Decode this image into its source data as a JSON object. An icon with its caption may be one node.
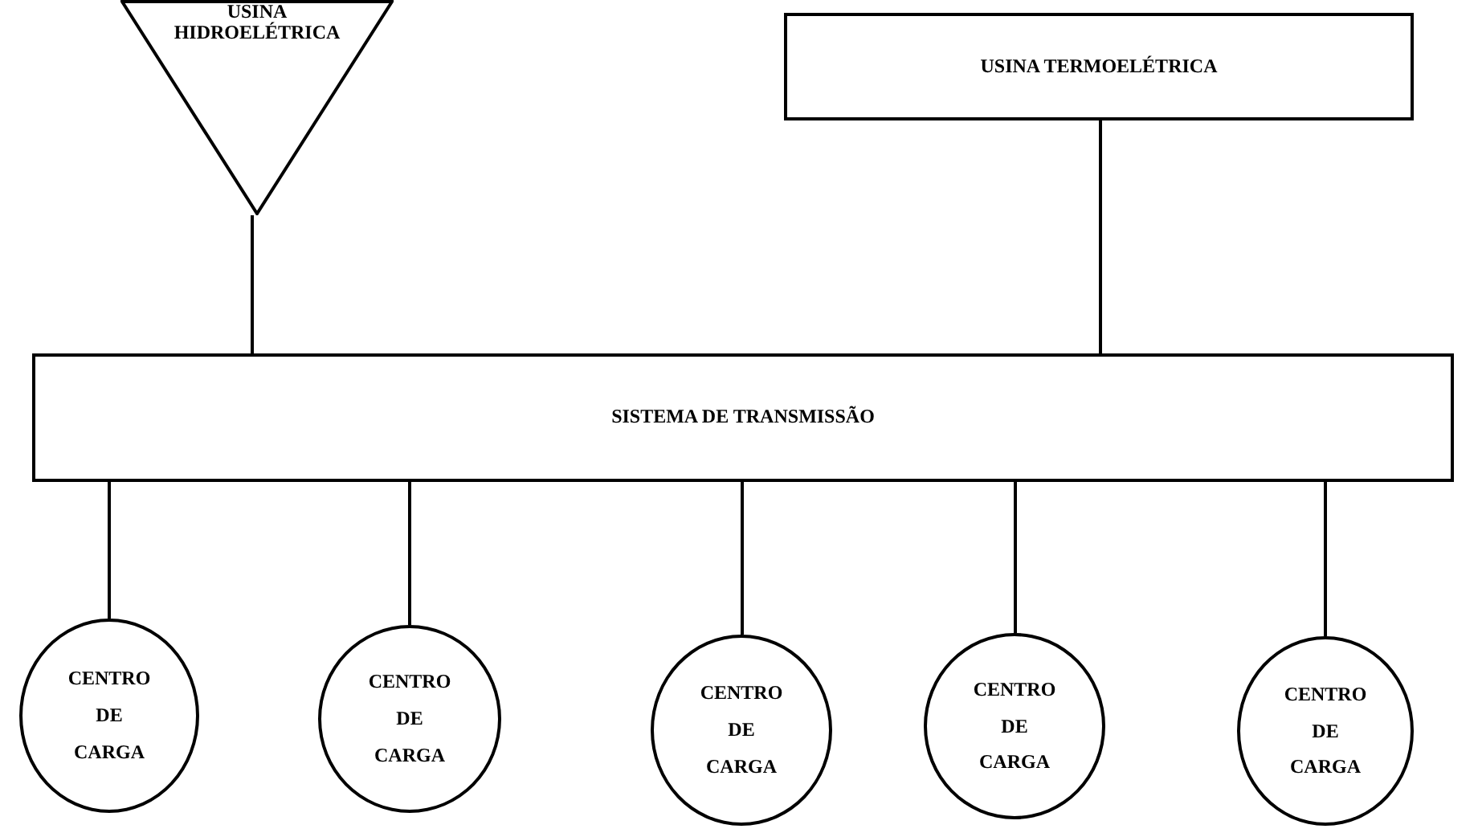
{
  "diagram": {
    "nodes": [
      {
        "text": [
          "USINA HIDROELÉTRICA"
        ]
      },
      {
        "text": [
          "USINA TERMOELÉTRICA"
        ]
      },
      {
        "text": [
          "SISTEMA DE TRANSMISSÃO"
        ]
      },
      {
        "text": [
          "CENTRO DE CARGA"
        ]
      },
      {
        "text": [
          "CENTRO DE CARGA"
        ]
      },
      {
        "text": [
          "CENTRO DE CARGA"
        ]
      },
      {
        "text": [
          "CENTRO DE CARGA"
        ]
      },
      {
        "text": [
          "CENTRO DE CARGA"
        ]
      }
    ],
    "edges": [
      {
        "from": 0,
        "to": 2,
        "arrow": "none"
      },
      {
        "from": 1,
        "to": 2,
        "arrow": "none"
      },
      {
        "from": 2,
        "to": 3,
        "arrow": "none"
      },
      {
        "from": 2,
        "to": 4,
        "arrow": "none"
      },
      {
        "from": 2,
        "to": 5,
        "arrow": "none"
      },
      {
        "from": 2,
        "to": 6,
        "arrow": "none"
      },
      {
        "from": 2,
        "to": 7,
        "arrow": "none"
      }
    ]
  }
}
